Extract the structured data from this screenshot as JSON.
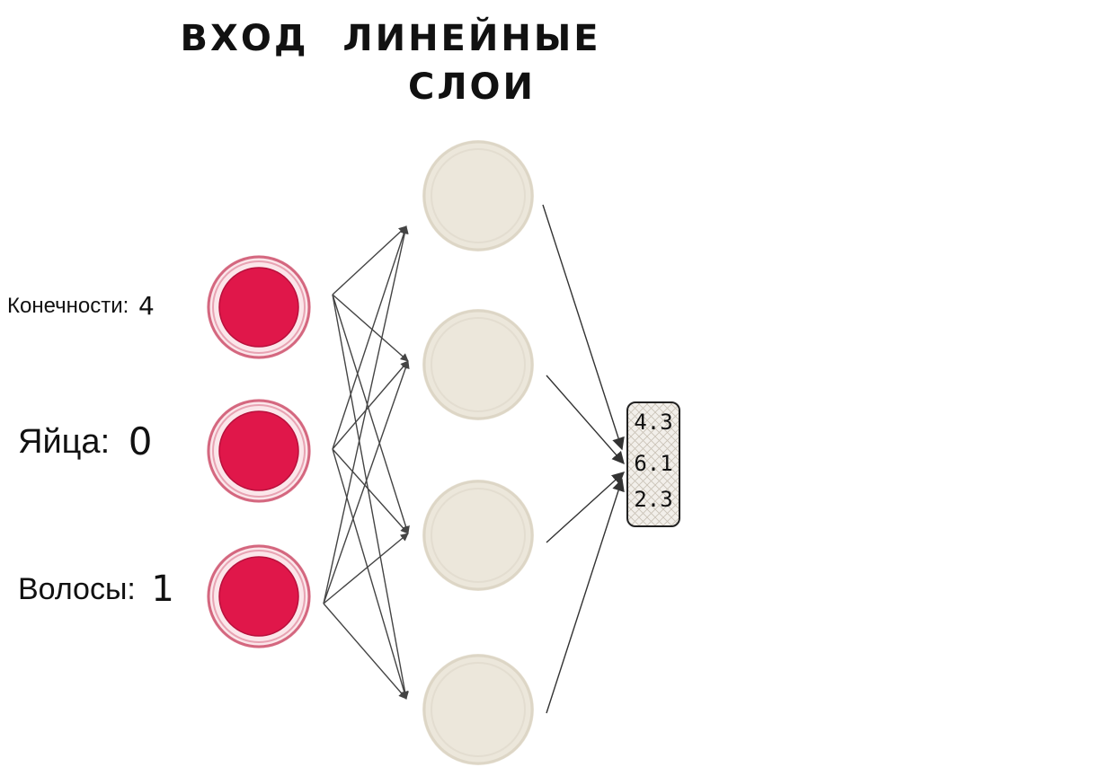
{
  "headers": {
    "input": "ВХОД",
    "linear_line1": "ЛИНЕЙНЫЕ",
    "linear_line2": "СЛОИ"
  },
  "inputs": [
    {
      "name": "Конечности:",
      "value": "4"
    },
    {
      "name": "Яйца:",
      "value": "0"
    },
    {
      "name": "Волосы:",
      "value": "1"
    }
  ],
  "hidden_neurons": 4,
  "output_values": [
    "4.3",
    "6.1",
    "2.3"
  ],
  "colors": {
    "input_neuron": "#e0174a",
    "input_ring": "#d4677f",
    "hidden_neuron": "#ece7db",
    "hidden_ring": "#ddd6c6",
    "edge": "#444444",
    "output_box": "#f2efea"
  }
}
